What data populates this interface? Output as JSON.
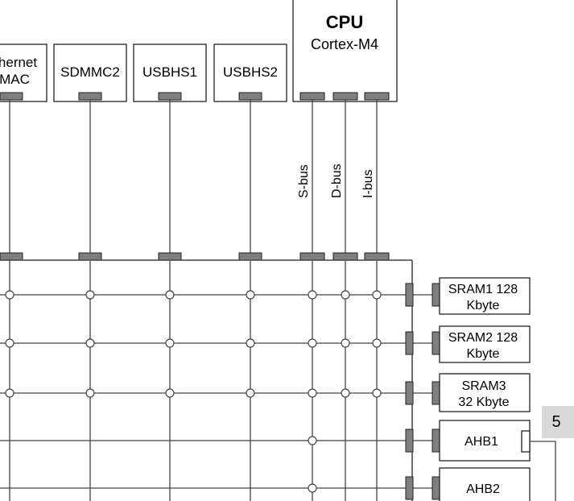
{
  "masters": [
    {
      "id": "ethernet",
      "line1": "hernet",
      "line2": "MAC"
    },
    {
      "id": "sdmmc2",
      "line1": "SDMMC2"
    },
    {
      "id": "usbhs1",
      "line1": "USBHS1"
    },
    {
      "id": "usbhs2",
      "line1": "USBHS2"
    }
  ],
  "cpu": {
    "title": "CPU",
    "subtitle": "Cortex-M4"
  },
  "buses": [
    {
      "id": "s-bus",
      "label": "S-bus"
    },
    {
      "id": "d-bus",
      "label": "D-bus"
    },
    {
      "id": "i-bus",
      "label": "I-bus"
    }
  ],
  "slaves": [
    {
      "id": "sram1",
      "line1": "SRAM1 128",
      "line2": "Kbyte"
    },
    {
      "id": "sram2",
      "line1": "SRAM2 128",
      "line2": "Kbyte"
    },
    {
      "id": "sram3",
      "line1": "SRAM3",
      "line2": "32 Kbyte"
    },
    {
      "id": "ahb1",
      "line1": "AHB1"
    },
    {
      "id": "ahb2",
      "line1": "AHB2"
    }
  ],
  "callout": {
    "label": "5",
    "background": "#d9d9d9"
  },
  "colors": {
    "line": "#444444",
    "port": "#7f7f7f",
    "box_border": "#222222"
  }
}
